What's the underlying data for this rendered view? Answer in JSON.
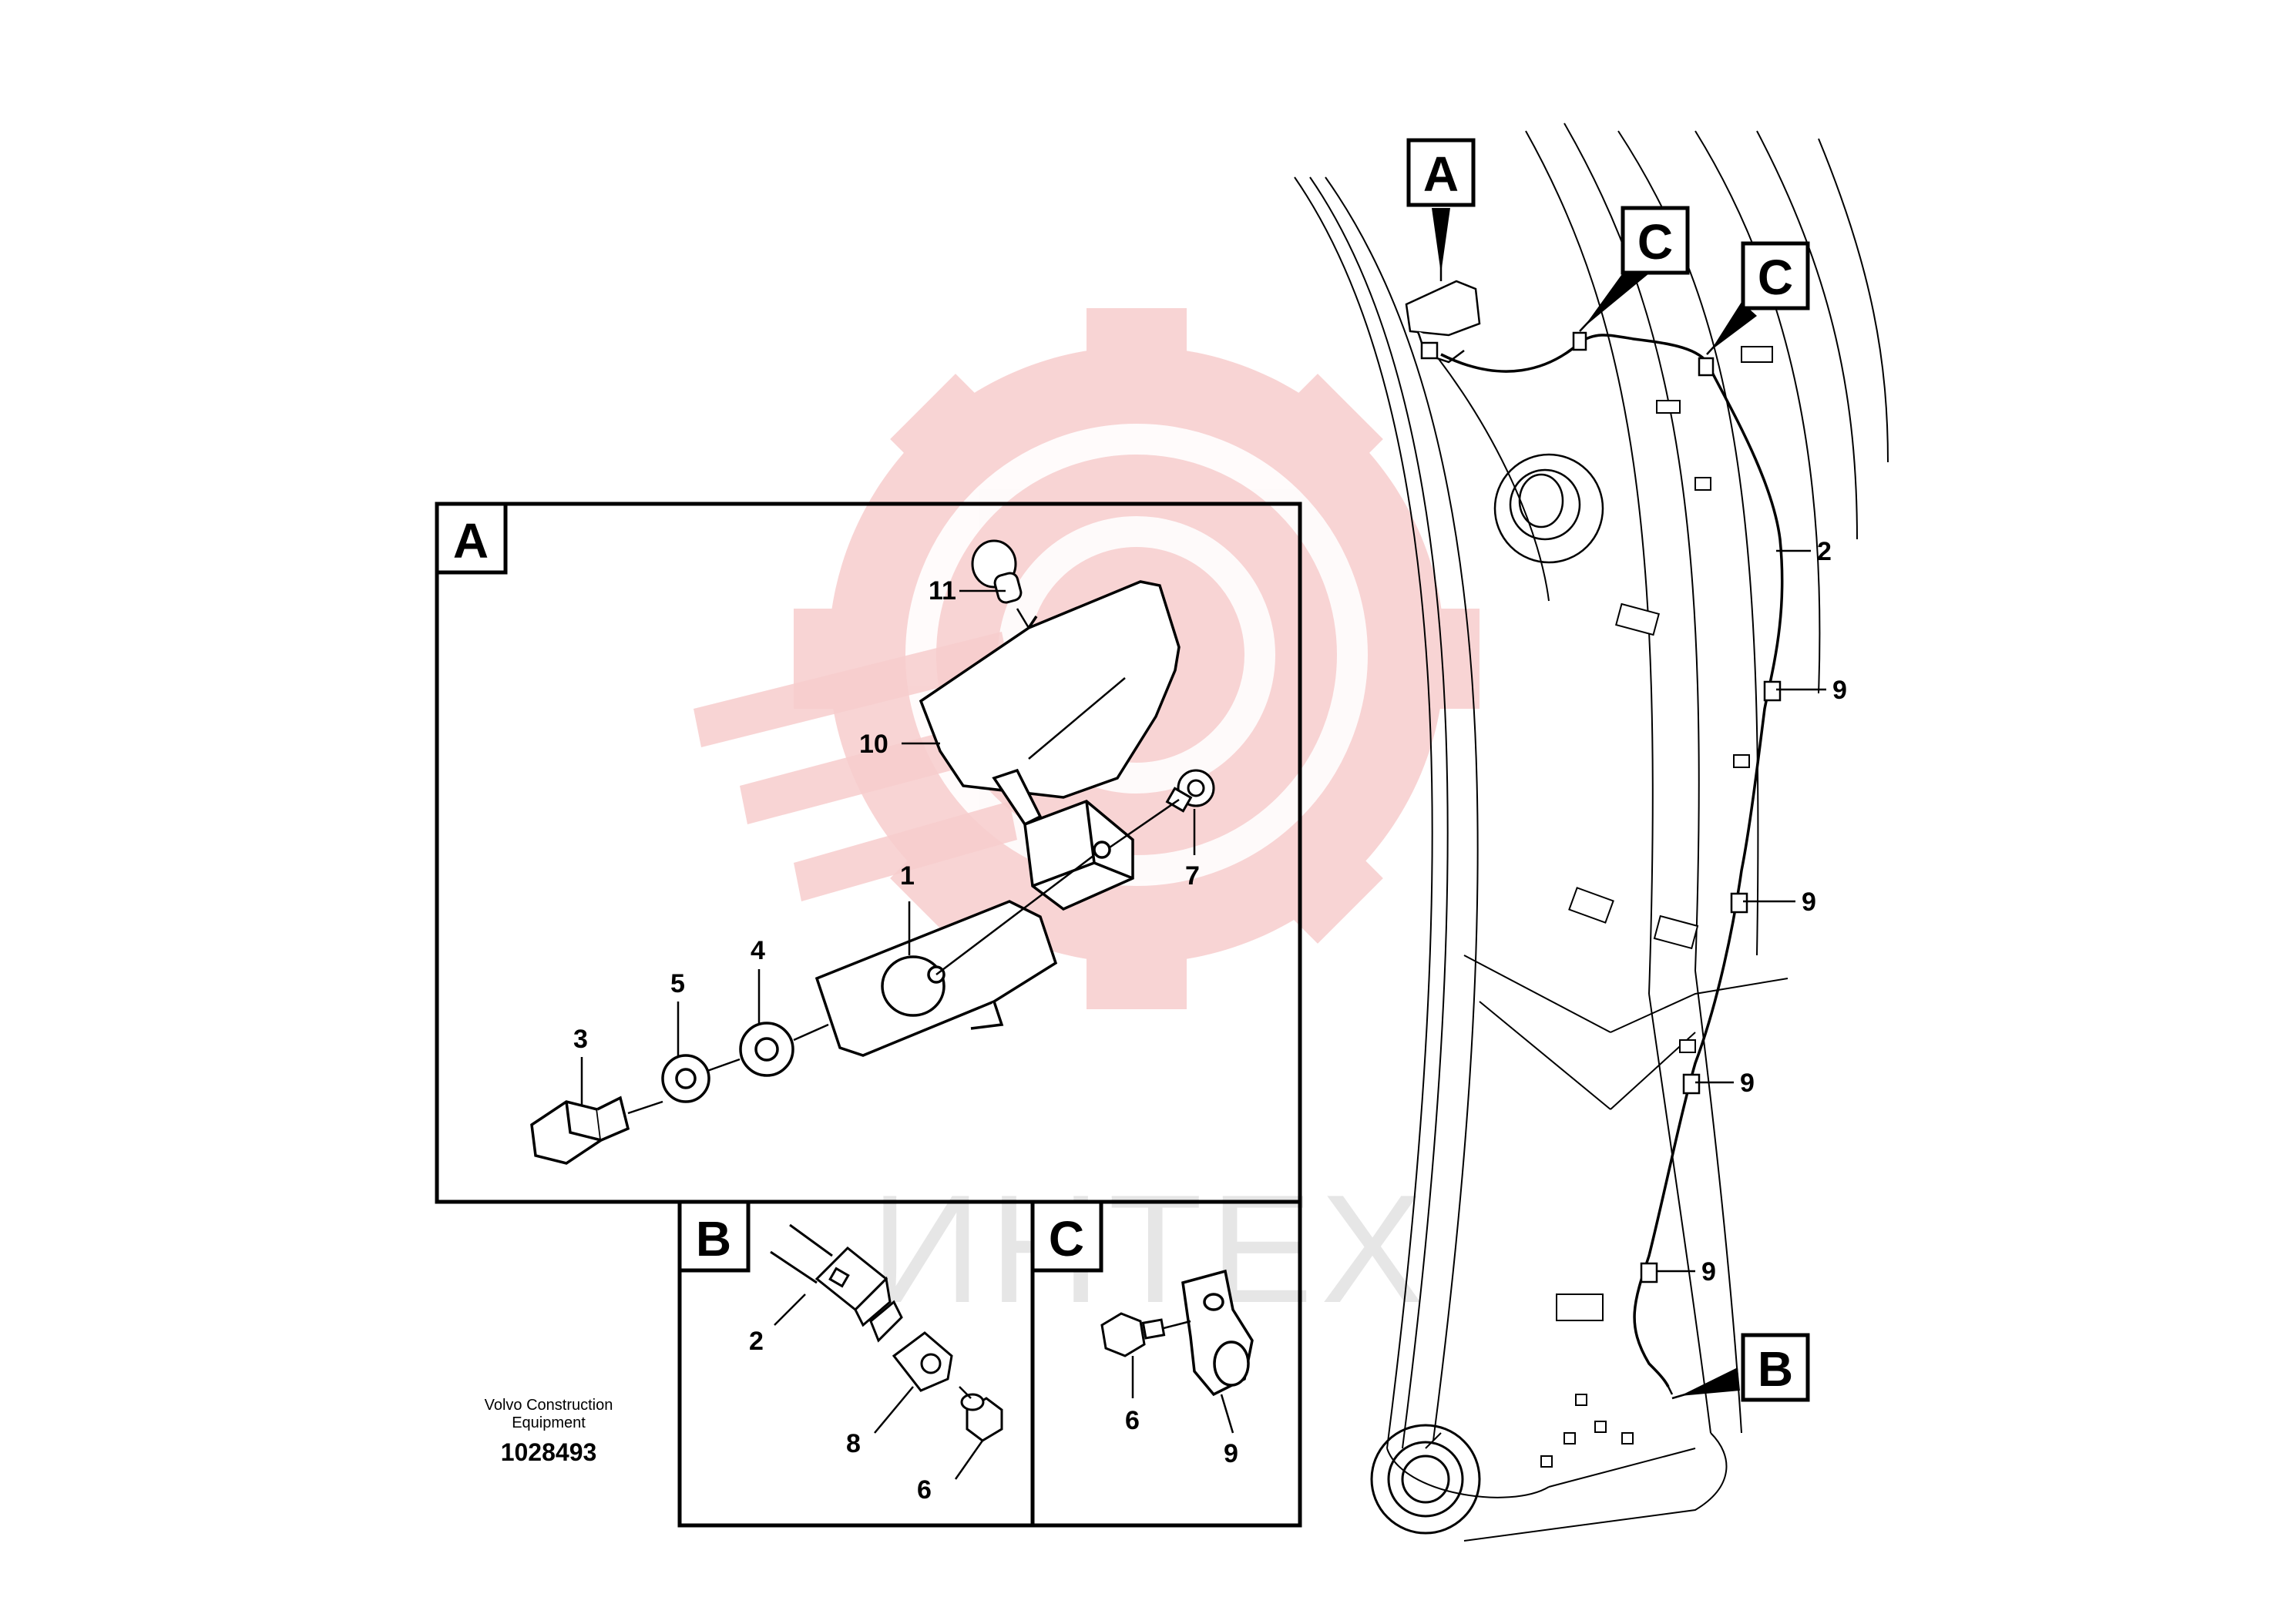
{
  "watermark": {
    "text": "ИНТЕХ",
    "color": "#f6c9c9"
  },
  "publisher": {
    "line1": "Volvo Construction",
    "line2": "Equipment",
    "part_number": "1028493"
  },
  "details": {
    "A": "A",
    "B": "B",
    "C": "C"
  },
  "callouts": {
    "p1": "1",
    "p2": "2",
    "p3": "3",
    "p4": "4",
    "p5": "5",
    "p6": "6",
    "p7": "7",
    "p8": "8",
    "p9": "9",
    "p10": "10",
    "p11": "11"
  },
  "colors": {
    "line": "#000000",
    "background": "#ffffff"
  }
}
